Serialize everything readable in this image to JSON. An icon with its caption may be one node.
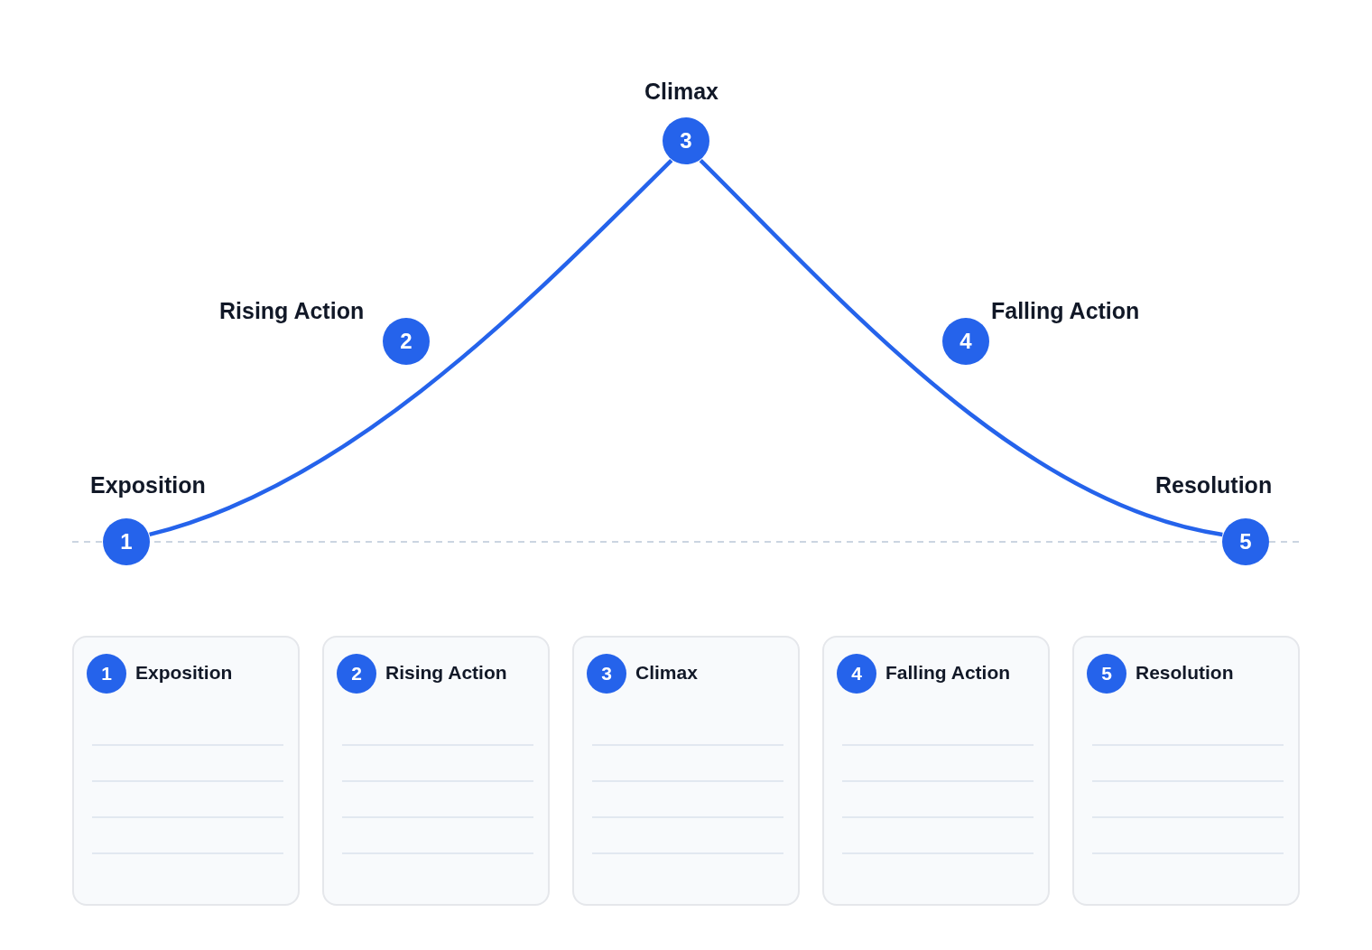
{
  "diagram": {
    "nodes": [
      {
        "text": [
          "Exposition",
          "1"
        ]
      },
      {
        "text": [
          "Rising Action",
          "2"
        ]
      },
      {
        "text": [
          "Climax",
          "3"
        ]
      },
      {
        "text": [
          "Falling Action",
          "4"
        ]
      },
      {
        "text": [
          "Resolution",
          "5"
        ]
      },
      {
        "text": [
          "Exposition"
        ]
      },
      {
        "text": [
          "1"
        ],
        "in": 5
      },
      {
        "text": [
          "Rising Action"
        ]
      },
      {
        "text": [
          "2"
        ],
        "in": 7
      },
      {
        "text": [
          "Climax"
        ]
      },
      {
        "text": [
          "3"
        ],
        "in": 9
      },
      {
        "text": [
          "Falling Action"
        ]
      },
      {
        "text": [
          "4"
        ],
        "in": 11
      },
      {
        "text": [
          "Resolution"
        ]
      },
      {
        "text": [
          "5"
        ],
        "in": 13
      }
    ],
    "edges": [
      {
        "from": 0,
        "to": 2,
        "arrow": "none"
      },
      {
        "from": 2,
        "to": 4,
        "arrow": "none"
      }
    ]
  }
}
